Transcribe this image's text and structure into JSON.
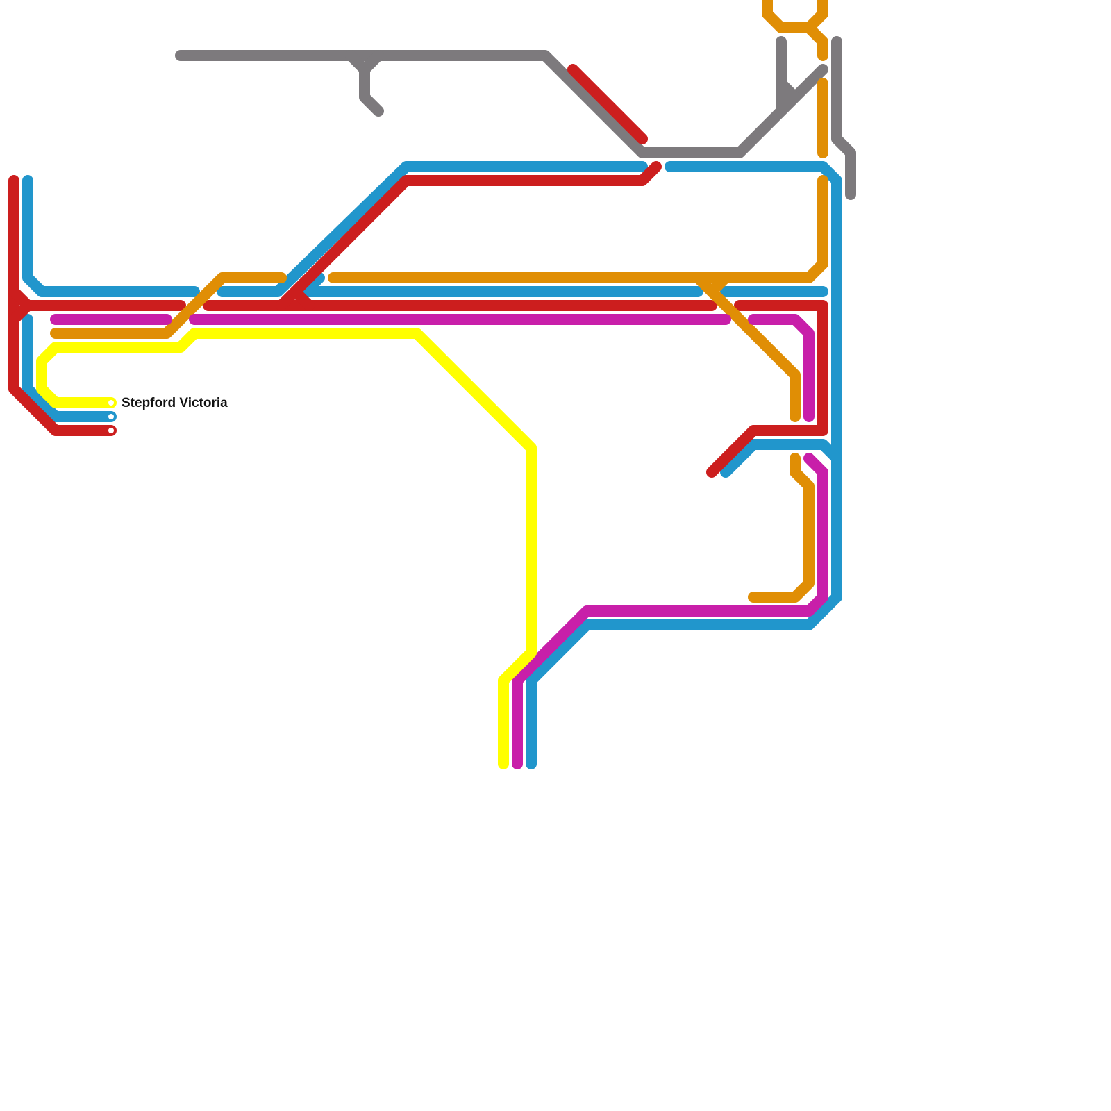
{
  "lines": [
    {
      "id": "grey",
      "color": "#7d7a7d"
    },
    {
      "id": "blue",
      "color": "#2196cc"
    },
    {
      "id": "red",
      "color": "#cc1e1e"
    },
    {
      "id": "orange",
      "color": "#e08e05"
    },
    {
      "id": "magenta",
      "color": "#c81fa9"
    },
    {
      "id": "yellow",
      "color": "#ffff00"
    }
  ],
  "stations": [
    {
      "id": "stepford-victoria",
      "name": "Stepford Victoria"
    }
  ]
}
